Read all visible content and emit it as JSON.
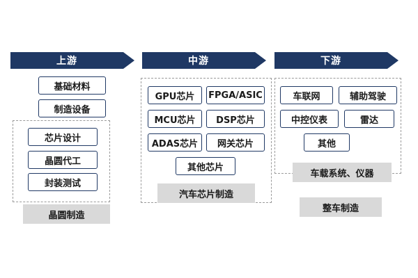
{
  "columns": [
    {
      "header": "上游",
      "standalone_boxes": [
        "基础材料",
        "制造设备"
      ],
      "grouped_boxes": [
        "芯片设计",
        "晶圆代工",
        "封装测试"
      ],
      "summary_boxes": [
        "晶圆制造"
      ]
    },
    {
      "header": "中游",
      "grouped_boxes": [
        "GPU芯片",
        "FPGA/ASIC",
        "MCU芯片",
        "DSP芯片",
        "ADAS芯片",
        "网关芯片",
        "其他芯片"
      ],
      "summary_boxes": [
        "汽车芯片制造"
      ]
    },
    {
      "header": "下游",
      "grouped_boxes": [
        "车联网",
        "辅助驾驶",
        "中控仪表",
        "雷达",
        "其他"
      ],
      "summary_boxes": [
        "车载系统、仪器",
        "整车制造"
      ]
    }
  ],
  "colors": {
    "arrow_fill": "#1F3864",
    "box_border": "#1F3864",
    "summary_fill": "#D9D9D9",
    "group_border": "#9A9A9A"
  }
}
